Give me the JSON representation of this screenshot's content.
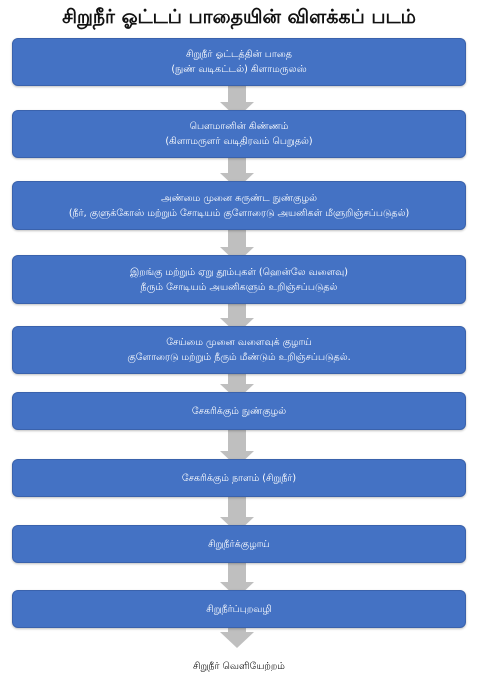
{
  "title": "சிறுநீர் ஓட்டப் பாதையின் விளக்கப் படம்",
  "colors": {
    "box": "#4472c4",
    "box_border": "#3a62ac",
    "arrow": "#bfbfbf",
    "text_on_box": "#ffffff"
  },
  "steps": [
    {
      "lines": [
        "சிறுநீர் ஓட்டத்தின் பாதை",
        "(நுண் வடிகட்டல்) கிளாமருலஸ்"
      ]
    },
    {
      "lines": [
        "பௌமானின் கிண்ணம்",
        "(கிளாமருளர் வடிதிரவம் பெறுதல்)"
      ]
    },
    {
      "lines": [
        "அண்மை முனை சுருண்ட நுண்குழல்",
        "(நீர், குளுக்கோஸ் மற்றும் சோடியம் குளோரைடு அயனிகள் மீளுறிஞ்சப்படுதல்)"
      ]
    },
    {
      "lines": [
        "இறங்கு மற்றும் ஏறு தூம்புகள் (ஹென்லே வளைவு)",
        "நீரும் சோடியம் அயனிகளும் உறிஞ்சப்படுதல்"
      ]
    },
    {
      "lines": [
        "சேய்மை முனை வளைவுக் குழாய்",
        "குளோரைடு மற்றும் நீரும் மீண்டும் உறிஞ்சப்படுதல்."
      ]
    },
    {
      "lines": [
        "சேகரிக்கும் நுண்குழல்"
      ]
    },
    {
      "lines": [
        "சேகரிக்கும் நாளம் (சிறுநீர்)"
      ]
    },
    {
      "lines": [
        "சிறுநீர்க்குழாய்"
      ]
    },
    {
      "lines": [
        "சிறுநீர்ப்புறவழி"
      ]
    }
  ],
  "final": "சிறுநீர் வெளியேற்றம்"
}
